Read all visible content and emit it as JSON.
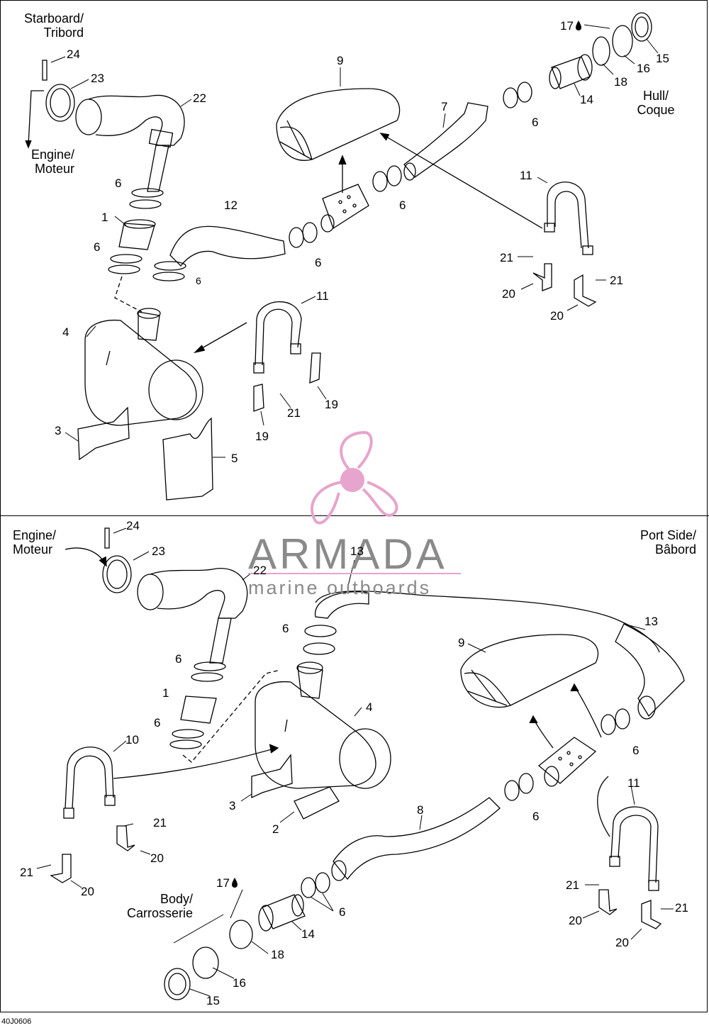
{
  "diagram": {
    "code": "40J0606",
    "colors": {
      "line": "#000000",
      "watermark_pink": "#e7a4cc",
      "watermark_gray": "#8a8a8a"
    },
    "watermark": {
      "brand": "ARMADA",
      "tagline": "marine outboards",
      "icon": "propeller-logo"
    },
    "top": {
      "side_label": [
        "Starboard/",
        "Tribord"
      ],
      "engine_label": [
        "Engine/",
        "Moteur"
      ],
      "hull_label": [
        "Hull/",
        "Coque"
      ]
    },
    "bottom": {
      "side_label": [
        "Port Side/",
        "Bâbord"
      ],
      "engine_label": [
        "Engine/",
        "Moteur"
      ],
      "body_label": [
        "Body/",
        "Carrosserie"
      ]
    },
    "callouts": {
      "c24a": "24",
      "c23a": "23",
      "c22a": "22",
      "c6a": "6",
      "c1a": "1",
      "c6b": "6",
      "c12": "12",
      "c6c": "6",
      "c6d": "6",
      "c4a": "4",
      "c3a": "3",
      "c5": "5",
      "c9a": "9",
      "c7": "7",
      "c6e": "6",
      "c14a": "14",
      "c17a": "17",
      "c16a": "16",
      "c15a": "15",
      "c18a": "18",
      "c6f": "6",
      "c11a": "11",
      "c21a": "21",
      "c20a": "20",
      "c21b": "21",
      "c20b": "20",
      "c11b": "11",
      "c19a": "19",
      "c21c": "21",
      "c19b": "19",
      "c24b": "24",
      "c23b": "23",
      "c22b": "22",
      "c13a": "13",
      "c6g": "6",
      "c6h": "6",
      "c1b": "1",
      "c6i": "6",
      "c4b": "4",
      "c10": "10",
      "c3b": "3",
      "c2": "2",
      "c13b": "13",
      "c9b": "9",
      "c6j": "6",
      "c6k": "6",
      "c8": "8",
      "c11c": "11",
      "c21d": "21",
      "c20c": "20",
      "c21e": "21",
      "c20d": "20",
      "c17b": "17",
      "c14b": "14",
      "c18b": "18",
      "c6l": "6",
      "c16b": "16",
      "c15b": "15",
      "c21f": "21",
      "c20e": "20",
      "c21g": "21",
      "c20f": "20"
    }
  }
}
